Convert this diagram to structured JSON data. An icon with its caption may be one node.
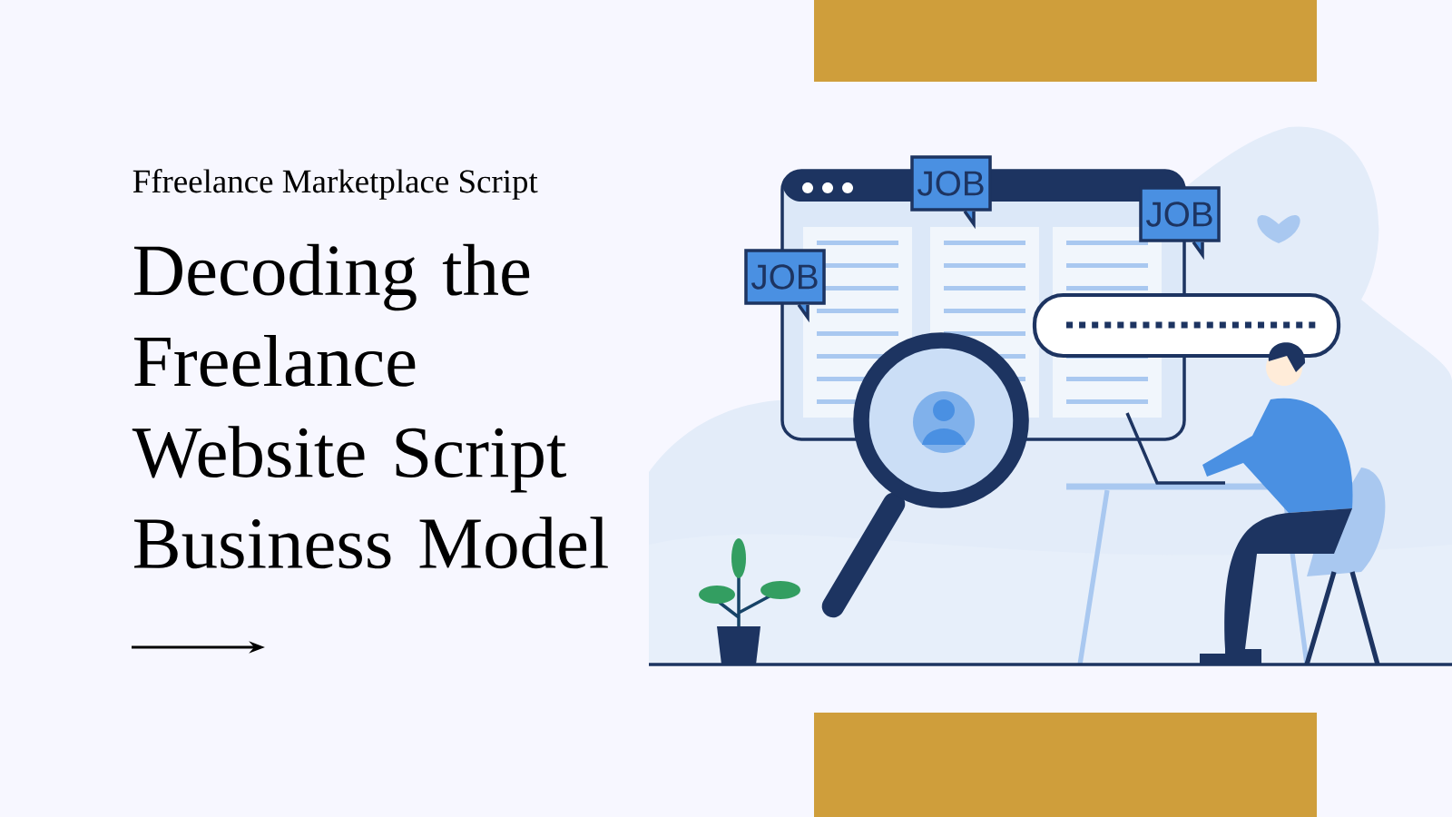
{
  "diagram": {
    "title": "Decoding the Freelance Website Script Business Model",
    "nodes": [
      {
        "text": [
          "JOB"
        ]
      },
      {
        "text": [
          "JOB"
        ]
      },
      {
        "text": [
          "JOB"
        ]
      }
    ],
    "labels": [
      "Ffreelance Marketplace Script"
    ]
  }
}
